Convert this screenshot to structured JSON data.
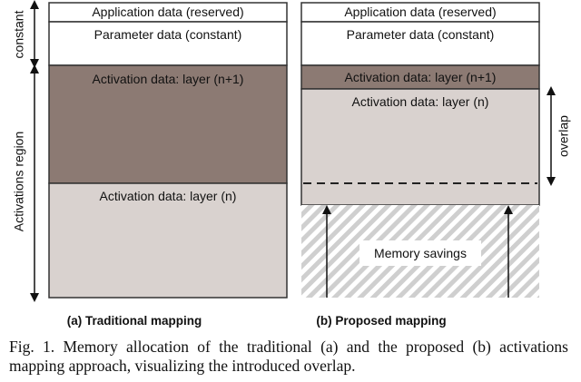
{
  "diagram": {
    "labels": {
      "constant": "constant",
      "activations_region": "Activations region",
      "overlap": "overlap"
    },
    "traditional": {
      "application": "Application data (reserved)",
      "parameter": "Parameter data (constant)",
      "layer_next": "Activation data: layer (n+1)",
      "layer_n": "Activation data: layer (n)",
      "subcaption": "(a) Traditional mapping"
    },
    "proposed": {
      "application": "Application data (reserved)",
      "parameter": "Parameter data (constant)",
      "layer_next": "Activation data: layer (n+1)",
      "layer_n": "Activation data: layer (n)",
      "savings": "Memory savings",
      "subcaption": "(b) Proposed mapping"
    },
    "colors": {
      "outline": "#333333",
      "layer_next": "#8c7a73",
      "layer_n": "#d9d2cf",
      "hatch": "#cfcfcf"
    }
  },
  "caption": "Fig. 1.  Memory allocation of the traditional (a) and the proposed (b) activations mapping approach, visualizing the introduced overlap."
}
